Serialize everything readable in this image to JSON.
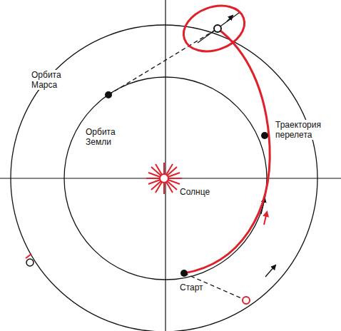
{
  "diagram": {
    "labels": [
      "Орбита Марса",
      "Орбита Земли",
      "Солнце",
      "Траектория перелета",
      "Старт"
    ]
  }
}
